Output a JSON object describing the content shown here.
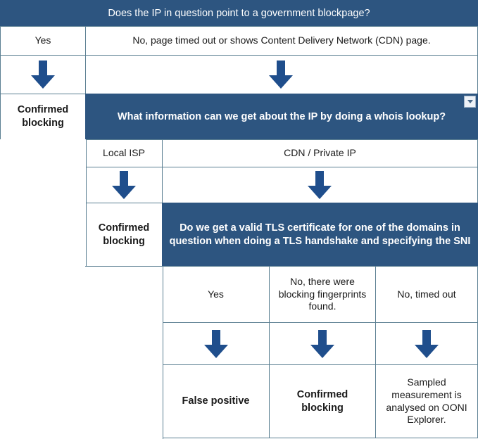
{
  "diagram": {
    "title": "Does the IP in question point to a government blockpage?",
    "level1": {
      "question": "Does the IP in question point to a government blockpage?",
      "answer_yes": "Yes",
      "answer_no": "No, page timed out or shows Content Delivery Network (CDN) page.",
      "outcome_yes": "Confirmed\nblocking"
    },
    "level2": {
      "question": "What information can we get about the IP by doing a whois lookup?",
      "answer_local_isp": "Local ISP",
      "answer_cdn": "CDN / Private IP",
      "outcome_local_isp": "Confirmed\nblocking"
    },
    "level3": {
      "question": "Do we get a valid TLS certificate for one of the domains in question when doing a TLS handshake and specifying the SNI",
      "answer_yes": "Yes",
      "answer_fingerprints": "No, there were blocking fingerprints found.",
      "answer_timeout": "No, timed out",
      "outcome_yes": "False positive",
      "outcome_fingerprints": "Confirmed\nblocking",
      "outcome_timeout": "Sampled measurement is analysed on OONI Explorer."
    },
    "controls": {
      "dropdown_icon": "chevron-down-icon"
    },
    "colors": {
      "banner_blue": "#2d5580",
      "arrow_blue": "#1f4e8c",
      "grid_line": "#5b7f92",
      "background": "#ffffff"
    }
  }
}
